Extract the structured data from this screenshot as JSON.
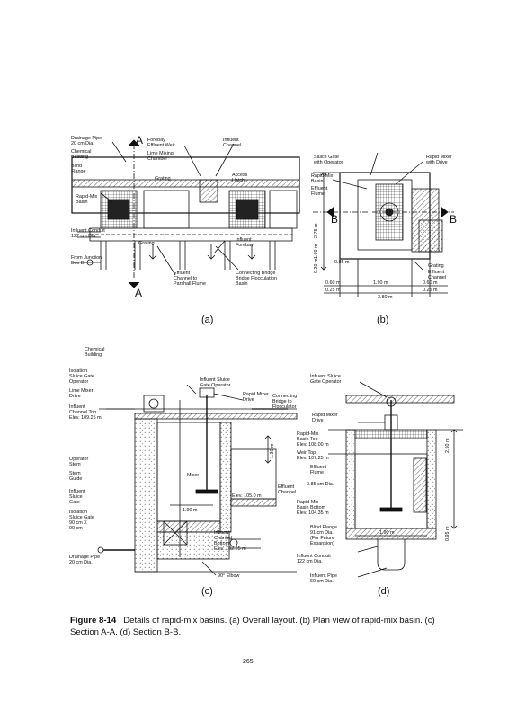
{
  "panel_a": {
    "labels": {
      "drainage_pipe": [
        "Drainage Pipe",
        "20 cm Dia."
      ],
      "chemical_building": [
        "Chemical",
        "Building"
      ],
      "blind_flange": [
        "Blind",
        "Flange"
      ],
      "rapid_mix_basin": [
        "Rapid-Mix",
        "Basin"
      ],
      "influent_conduit": [
        "Influent Conduit",
        "122 cm Dia."
      ],
      "from_junction": [
        "From Junction",
        "Box D"
      ],
      "section_marker": "A",
      "forebay": "Forebay",
      "effluent_weir": "Effluent Weir",
      "lime_mixing": [
        "Lime Mixing",
        "Chamber"
      ],
      "grating": "Grating",
      "influent_channel": [
        "Influent",
        "Channel"
      ],
      "access_hatch": [
        "Access",
        "Hatch"
      ],
      "influent_forebay": [
        "Influent",
        "Forebay"
      ],
      "effluent_channel": [
        "Effluent",
        "Channel to",
        "Parshall Flume"
      ],
      "connecting_bridge": [
        "Connecting Bridge",
        "Bridge Flocculation",
        "Basin"
      ]
    },
    "caption": "(a)"
  },
  "panel_b": {
    "labels": {
      "sluice_gate": [
        "Sluice Gate",
        "with Operator"
      ],
      "rapid_mixer": [
        "Rapid Mixer",
        "with Drive"
      ],
      "rapid_mix_basin": [
        "Rapid-Mix",
        "Basin"
      ],
      "effluent_flume": [
        "Effluent",
        "Flume"
      ],
      "section_b": "B",
      "grating": "Grating",
      "effluent_channel": [
        "Effluent",
        "Channel"
      ],
      "dim_275": "2.75 m",
      "dim_190v": "1.90 m",
      "dim_020": "0.20 m",
      "dim_085": "0.85 m",
      "dim_060l": "0.60 m",
      "dim_190h": "1.90 m",
      "dim_060r": "0.60 m",
      "dim_025l": "0.25 m",
      "dim_380": "3.80 m",
      "dim_025r": "0.25 m"
    },
    "caption": "(b)"
  },
  "panel_c": {
    "labels": {
      "chemical_building": [
        "Chemical",
        "Building"
      ],
      "isolation_sluice": [
        "Isolation",
        "Sluice Gate",
        "Operator"
      ],
      "lime_mixer": [
        "Lime Mixer",
        "Drive"
      ],
      "influent_channel_top": [
        "Influent",
        "Channel Top",
        "Elev. 109.25 m"
      ],
      "operator_stem": [
        "Operator",
        "Stem"
      ],
      "stem_guide": [
        "Stem",
        "Guide"
      ],
      "influent_sluice_gate_l": [
        "Influent",
        "Sluice",
        "Gate"
      ],
      "isolation_sluice_gate": [
        "Isolation",
        "Sluice Gate",
        "90 cm X",
        "90 cm"
      ],
      "drainage_pipe": [
        "Drainage Pipe",
        "20 cm Dia."
      ],
      "influent_sluice_operator": [
        "Influent Sluice",
        "Gate Operator"
      ],
      "rapid_mixer_drive": [
        "Rapid Mixer",
        "Drive"
      ],
      "connecting_bridge": [
        "Connecting",
        "Bridge to",
        "Flocculator"
      ],
      "mixer": "Mixer",
      "dim_130": "1.30 m",
      "elev_105": "Elev. 105.0 m",
      "dim_190": "1.90 m",
      "effluent_channel": [
        "Effluent",
        "Channel"
      ],
      "influent_channel_bottom": [
        "Influent",
        "Channel",
        "Bottom",
        "Elev. 102.25 m"
      ],
      "elbow": "90° Elbow"
    },
    "caption": "(c)"
  },
  "panel_d": {
    "labels": {
      "influent_sluice_operator": [
        "Influent Sluice",
        "Gate Operator"
      ],
      "rapid_mixer_drive": [
        "Rapid Mixer",
        "Drive"
      ],
      "basin_top": [
        "Rapid-Mix",
        "Basin Top",
        "Elev. 108.00 m"
      ],
      "weir_top": [
        "Weir Top",
        "Elev. 107.25 m"
      ],
      "effluent_flume": [
        "Effluent",
        "Flume"
      ],
      "dim_085": "0.85 cm Dia.",
      "basin_bottom": [
        "Rapid-Mix",
        "Basin Bottom",
        "Elev. 104.35 m"
      ],
      "blind_flange": [
        "Blind Flange",
        "91 cm Dia.",
        "(For Future",
        "Expansion)"
      ],
      "influent_conduit": [
        "Influent Conduit",
        "122 cm Dia."
      ],
      "influent_pipe": [
        "Influent Pipe",
        "60 cm Dia."
      ],
      "dim_250": "2.50 m",
      "dim_190": "1.90 m",
      "dim_095": "0.95 m"
    },
    "caption": "(d)"
  },
  "figure_caption": {
    "label": "Figure 8-14",
    "text": "Details of rapid-mix basins. (a) Overall layout. (b) Plan view of rapid-mix basin. (c) Section A-A. (d) Section B-B."
  },
  "page_number": "265"
}
